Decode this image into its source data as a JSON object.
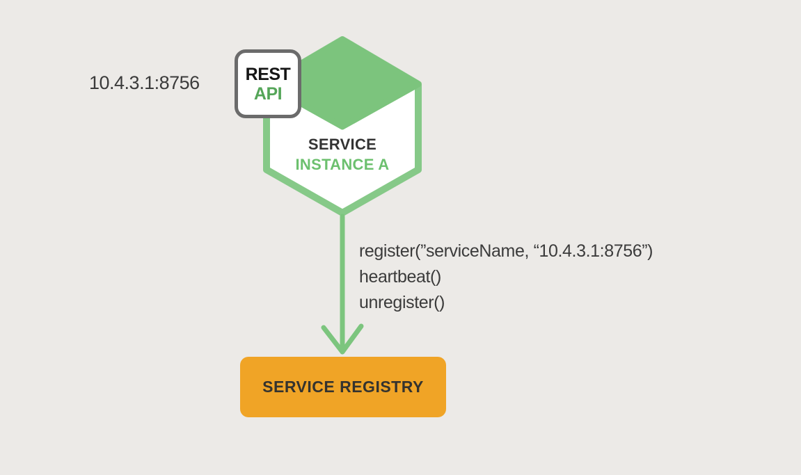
{
  "colors": {
    "background": "#ECEAE7",
    "green_fill": "#7CC47D",
    "green_stroke": "#86C988",
    "green_arrow": "#7CC57E",
    "orange": "#F0A426",
    "badge_border": "#6B6B6B",
    "rest_text": "#151515",
    "api_green": "#54A558",
    "service_text": "#333333",
    "instance_green": "#6CC06E",
    "registry_text": "#34332F",
    "dark_text": "#3B3B3B"
  },
  "service_instance": {
    "address": "10.4.3.1:8756",
    "badge": {
      "line1": "REST",
      "line2": "API"
    },
    "label_line1": "SERVICE",
    "label_line2": "INSTANCE A"
  },
  "calls": {
    "line1": "register(”serviceName, “10.4.3.1:8756”)",
    "line2": "heartbeat()",
    "line3": "unregister()"
  },
  "registry": {
    "label": "SERVICE REGISTRY"
  }
}
